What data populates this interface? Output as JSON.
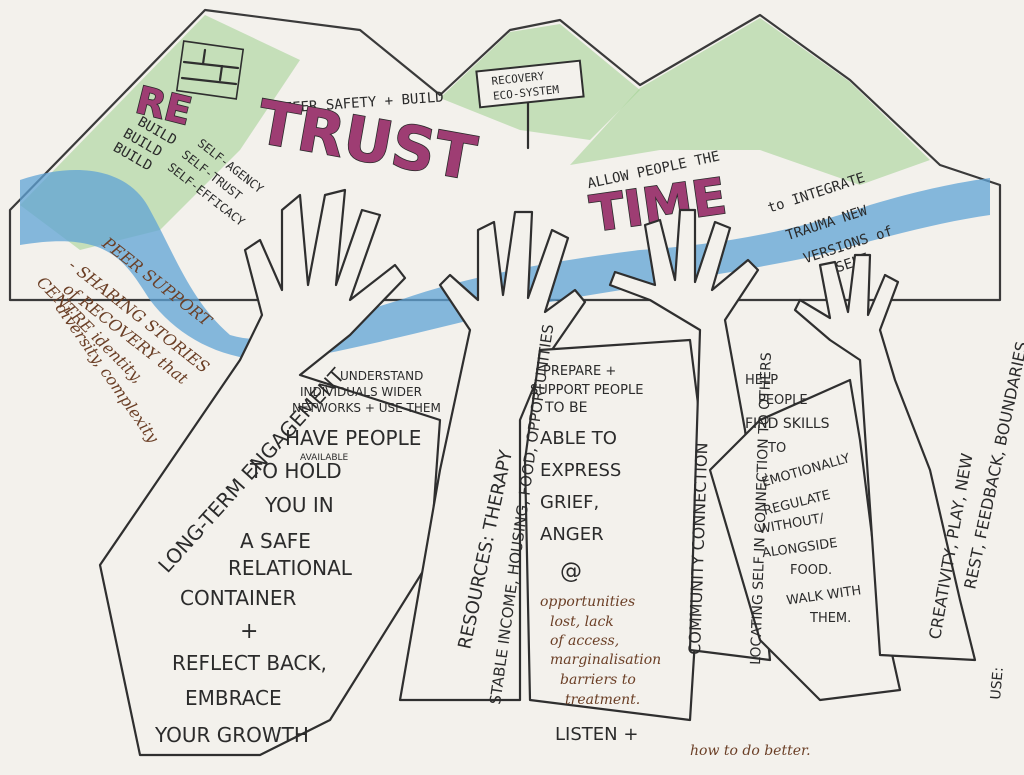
{
  "colors": {
    "paper": "#f3f1ec",
    "mountain_green": "#9fd08f",
    "river_blue": "#5fa3d6",
    "trust_time_magenta": "#9e3d73",
    "brown_ink": "#6b3f26"
  },
  "sign": {
    "line1": "RECOVERY",
    "line2": "ECO-SYSTEM"
  },
  "re": {
    "big": "RE",
    "build1": "BUILD",
    "build2": "BUILD",
    "build3": "BUILD",
    "self1": "SELF-AGENCY",
    "self2": "SELF-TRUST",
    "self3": "SELF-EFFICACY"
  },
  "trust": {
    "pre": "OFFER SAFETY + BUILD",
    "word": "TRUST"
  },
  "time": {
    "pre": "ALLOW PEOPLE THE",
    "word": "TIME",
    "post1": "to INTEGRATE",
    "post2": "TRAUMA NEW",
    "post3": "VERSIONS of",
    "post4": "SELF"
  },
  "peer": {
    "l1": "PEER SUPPORT",
    "l2": "- SHARING STORIES",
    "l3": "of RECOVERY that",
    "l4": "CENTRE identity,",
    "l5": "diversity, complexity"
  },
  "arm1": {
    "side": "LONG-TERM ENGAGEMENT",
    "l1": "UNDERSTAND",
    "l2": "INDIVIDUALS WIDER",
    "l3": "NETWORKS + USE THEM",
    "l4": "HAVE PEOPLE",
    "l4b": "AVAILABLE",
    "l5": "TO HOLD",
    "l6": "YOU IN",
    "l7": "A SAFE",
    "l8": "RELATIONAL",
    "l9": "CONTAINER",
    "l10": "+",
    "l11": "REFLECT BACK,",
    "l12": "EMBRACE",
    "l13": "YOUR GROWTH"
  },
  "arm2": {
    "side1": "RESOURCES: THERAPY",
    "side2": "STABLE INCOME, HOUSING, FOOD, OPPORTUNITIES"
  },
  "arm3": {
    "l1": "PREPARE +",
    "l2": "SUPPORT PEOPLE",
    "l3": "TO BE",
    "l4": "ABLE TO",
    "l5": "EXPRESS",
    "l6": "GRIEF,",
    "l7": "ANGER",
    "l8": "@",
    "l9": "opportunities",
    "l10": "lost, lack",
    "l11": "of access,",
    "l12": "marginalisation",
    "l13": "barriers to",
    "l14": "treatment.",
    "l15": "LISTEN +",
    "l16": "how to do better."
  },
  "arm4": {
    "side1": "COMMUNITY CONNECTION",
    "side2": "LOCATING SELF IN CONNECTION TO OTHERS"
  },
  "arm5": {
    "l1": "HELP",
    "l2": "PEOPLE",
    "l3": "FIND SKILLS",
    "l4": "TO",
    "l5": "EMOTIONALLY",
    "l6": "REGULATE",
    "l7": "WITHOUT/",
    "l8": "ALONGSIDE",
    "l9": "FOOD.",
    "l10": "WALK WITH",
    "l11": "THEM."
  },
  "arm6": {
    "side1": "CREATIVITY, PLAY, NEW",
    "side2": "REST, FEEDBACK, BOUNDARIES",
    "edge": "USE:"
  }
}
